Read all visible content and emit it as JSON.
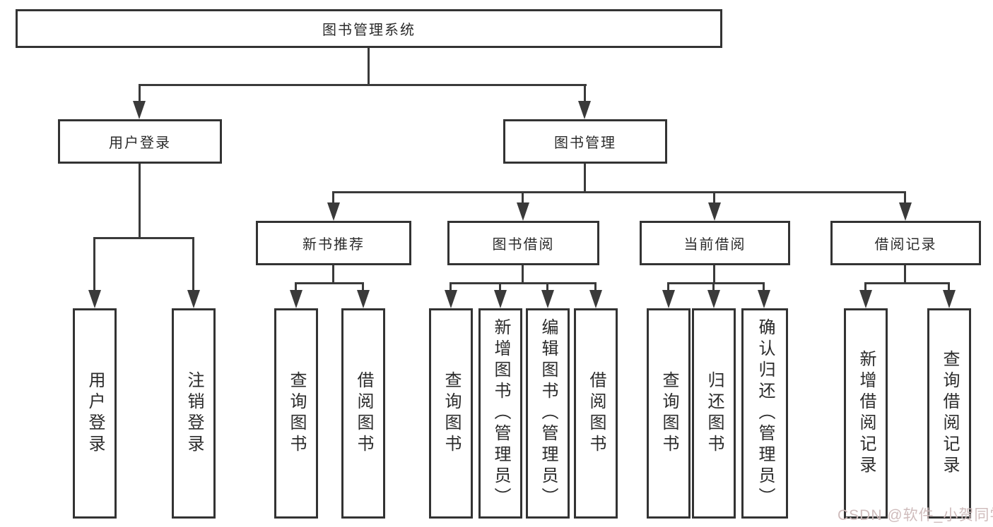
{
  "diagram": {
    "type": "hierarchy-tree",
    "colors": {
      "line": "#3a3a3a",
      "box_border": "#333333",
      "box_fill": "#ffffff",
      "text": "#2b2b2b",
      "background": "#ffffff",
      "watermark": "#cfbcbc"
    }
  },
  "tree": {
    "root": {
      "label": "图书管理系统",
      "children": [
        {
          "label": "用户登录",
          "children": [
            {
              "label": "用户登录"
            },
            {
              "label": "注销登录"
            }
          ]
        },
        {
          "label": "图书管理",
          "children": [
            {
              "label": "新书推荐",
              "children": [
                {
                  "label": "查询图书"
                },
                {
                  "label": "借阅图书"
                }
              ]
            },
            {
              "label": "图书借阅",
              "children": [
                {
                  "label": "查询图书"
                },
                {
                  "label": "新增图书（管理员）"
                },
                {
                  "label": "编辑图书（管理员）"
                },
                {
                  "label": "借阅图书"
                }
              ]
            },
            {
              "label": "当前借阅",
              "children": [
                {
                  "label": "查询图书"
                },
                {
                  "label": "归还图书"
                },
                {
                  "label": "确认归还（管理员）"
                }
              ]
            },
            {
              "label": "借阅记录",
              "children": [
                {
                  "label": "新增借阅记录"
                },
                {
                  "label": "查询借阅记录"
                }
              ]
            }
          ]
        }
      ]
    }
  },
  "watermark": "CSDN @软件_小贺同学"
}
